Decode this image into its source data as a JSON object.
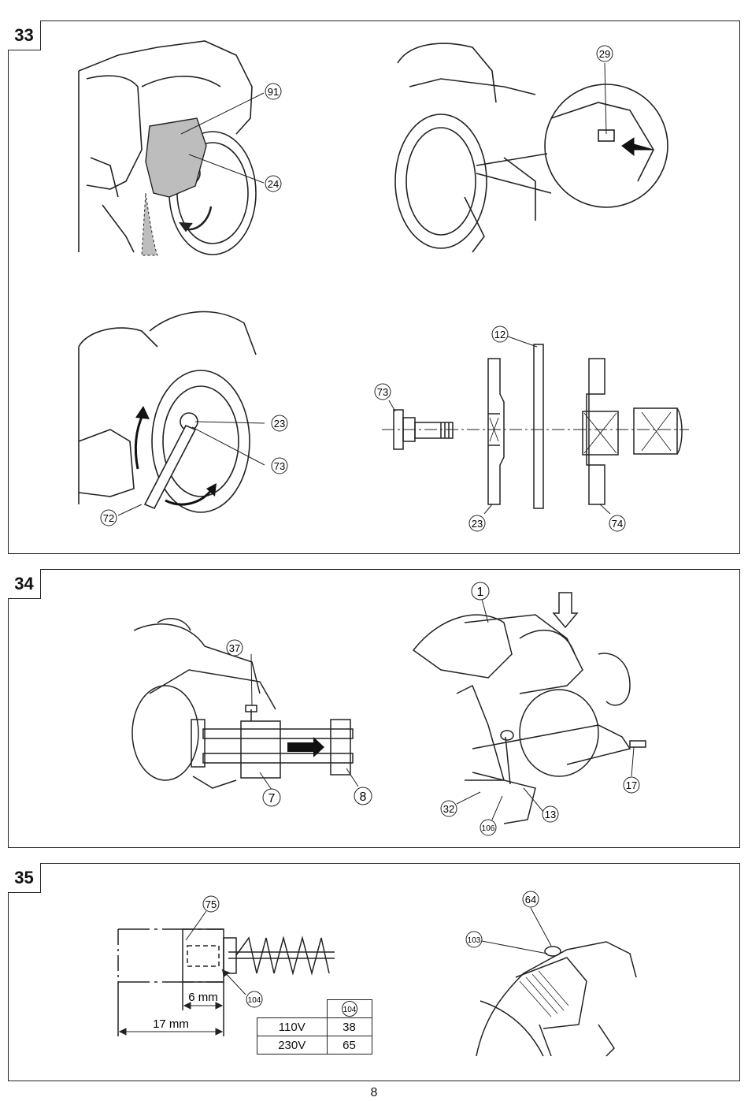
{
  "figures": [
    {
      "number": "33",
      "callouts": [
        "91",
        "24",
        "29",
        "23",
        "73",
        "72",
        "12",
        "73",
        "23",
        "74"
      ]
    },
    {
      "number": "34",
      "callouts": [
        "37",
        "7",
        "8",
        "1",
        "17",
        "32",
        "106",
        "13"
      ]
    },
    {
      "number": "35",
      "callouts": [
        "75",
        "104",
        "64",
        "103"
      ],
      "dimensions": {
        "small": "6 mm",
        "large": "17 mm"
      },
      "spring_table": {
        "header": "104",
        "rows": [
          {
            "voltage": "110V",
            "value": "38"
          },
          {
            "voltage": "230V",
            "value": "65"
          }
        ]
      }
    }
  ],
  "page_number": "8"
}
